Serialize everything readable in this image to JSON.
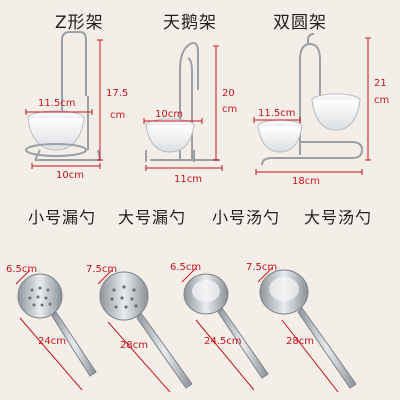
{
  "racks": [
    {
      "name": "Z形架",
      "width": "11.5cm",
      "height": "17.5",
      "height_unit": "cm",
      "base": "10cm"
    },
    {
      "name": "天鹅架",
      "width": "10cm",
      "height": "20",
      "height_unit": "cm",
      "base": "11cm"
    },
    {
      "name": "双圆架",
      "width": "11.5cm",
      "height": "21",
      "height_unit": "cm",
      "base": "18cm"
    }
  ],
  "spoons": [
    {
      "name": "小号漏勺",
      "head": "6.5cm",
      "length": "24cm"
    },
    {
      "name": "大号漏勺",
      "head": "7.5cm",
      "length": "28cm"
    },
    {
      "name": "小号汤勺",
      "head": "6.5cm",
      "length": "24.5cm"
    },
    {
      "name": "大号汤勺",
      "head": "7.5cm",
      "length": "28cm"
    }
  ],
  "colors": {
    "background": "#f4eee8",
    "dimension": "#c8141e",
    "steel": "#a9aeb3",
    "porcelain": "#ffffff"
  }
}
